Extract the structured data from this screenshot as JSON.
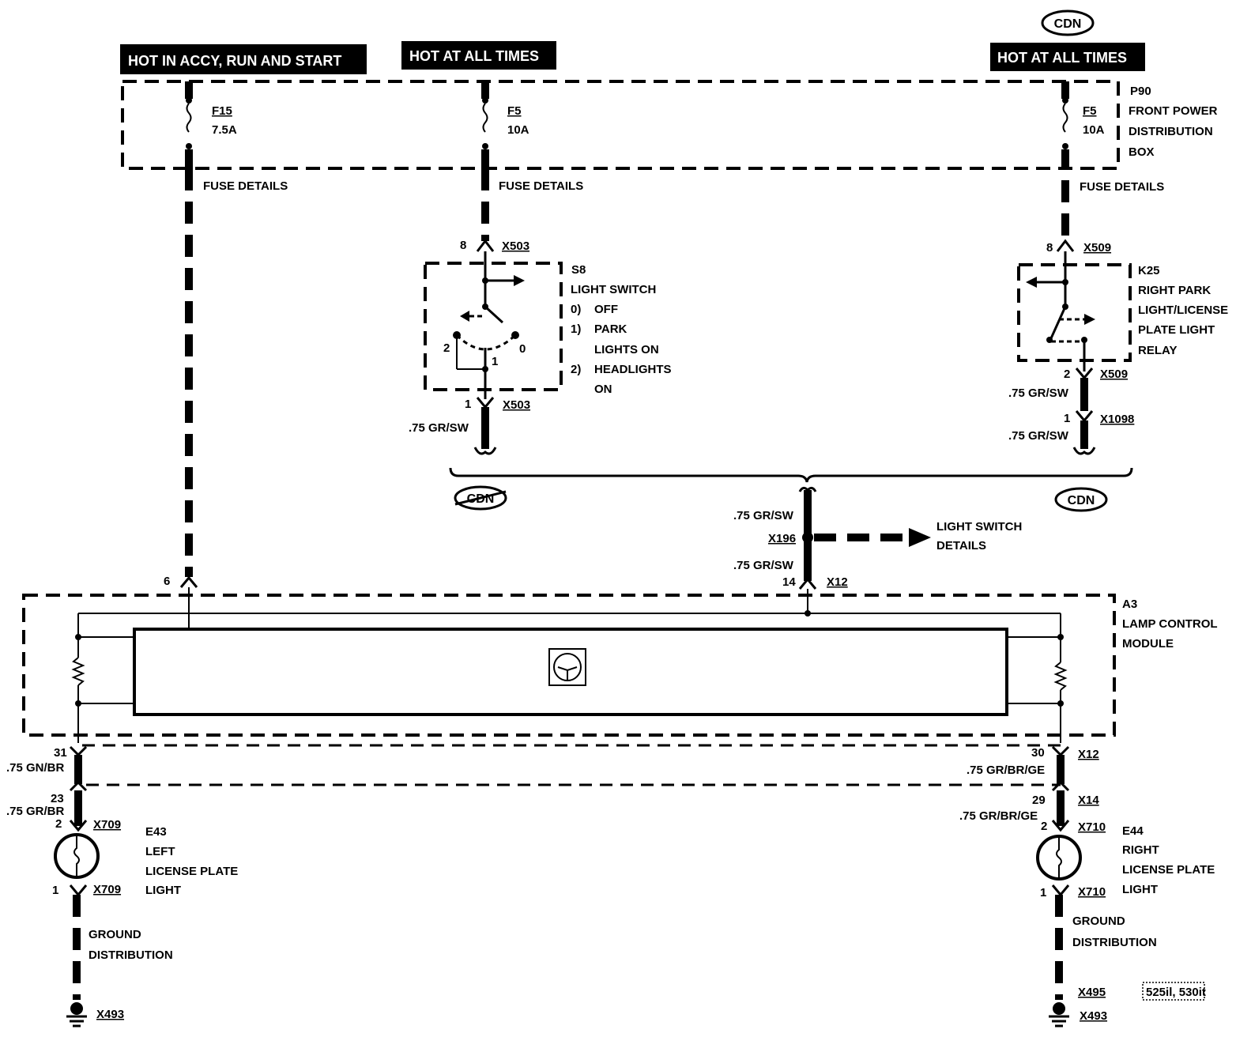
{
  "headers": {
    "left": "HOT IN ACCY, RUN AND START",
    "mid": "HOT AT ALL TIMES",
    "right": "HOT AT ALL TIMES",
    "cdn_top": "CDN"
  },
  "fuse_box": {
    "id": "P90",
    "name_line1": "FRONT POWER",
    "name_line2": "DISTRIBUTION",
    "name_line3": "BOX",
    "fuses": [
      {
        "name": "F15",
        "rating": "7.5A"
      },
      {
        "name": "F5",
        "rating": "10A"
      },
      {
        "name": "F5",
        "rating": "10A"
      }
    ],
    "fuse_details": "FUSE DETAILS"
  },
  "switch": {
    "id": "S8",
    "name": "LIGHT SWITCH",
    "pos0_num": "0)",
    "pos0": "OFF",
    "pos1_num": "1)",
    "pos1a": "PARK",
    "pos1b": "LIGHTS ON",
    "pos2_num": "2)",
    "pos2a": "HEADLIGHTS",
    "pos2b": "ON",
    "pin_in": "8",
    "pin_out": "1",
    "conn": "X503",
    "label_0": "0",
    "label_1": "1",
    "label_2": "2",
    "wire": ".75 GR/SW"
  },
  "relay": {
    "id": "K25",
    "line1": "RIGHT PARK",
    "line2": "LIGHT/LICENSE",
    "line3": "PLATE LIGHT",
    "line4": "RELAY",
    "pin_in": "8",
    "conn_in": "X509",
    "pin_out": "2",
    "conn_out": "X509",
    "wire1": ".75 GR/SW",
    "pin_b": "1",
    "conn_b": "X1098",
    "wire2": ".75 GR/SW"
  },
  "cdn_left": "CDN",
  "cdn_right": "CDN",
  "splice": {
    "wire_top": ".75 GR/SW",
    "conn": "X196",
    "wire_bottom": ".75 GR/SW",
    "details_line1": "LIGHT SWITCH",
    "details_line2": "DETAILS",
    "pin": "14",
    "module_conn": "X12"
  },
  "module": {
    "id": "A3",
    "line1": "LAMP CONTROL",
    "line2": "MODULE",
    "pin_left": "6"
  },
  "left_lamp": {
    "pin_a": "31",
    "wire_a": ".75 GN/BR",
    "pin_b": "23",
    "wire_b": ".75 GR/BR",
    "pin_2": "2",
    "conn": "X709",
    "pin_1": "1",
    "conn_1": "X709",
    "id": "E43",
    "line1": "LEFT",
    "line2": "LICENSE PLATE",
    "line3": "LIGHT",
    "ground1": "GROUND",
    "ground2": "DISTRIBUTION",
    "ground_conn": "X493"
  },
  "right_lamp": {
    "pin_a": "30",
    "conn_a": "X12",
    "wire_a": ".75 GR/BR/GE",
    "pin_b": "29",
    "conn_b": "X14",
    "wire_b": ".75 GR/BR/GE",
    "pin_2": "2",
    "conn": "X710",
    "pin_1": "1",
    "conn_1": "X710",
    "id": "E44",
    "line1": "RIGHT",
    "line2": "LICENSE PLATE",
    "line3": "LIGHT",
    "ground1": "GROUND",
    "ground2": "DISTRIBUTION",
    "alt_conn": "X495",
    "alt_models": "525il, 530it",
    "ground_conn": "X493"
  }
}
